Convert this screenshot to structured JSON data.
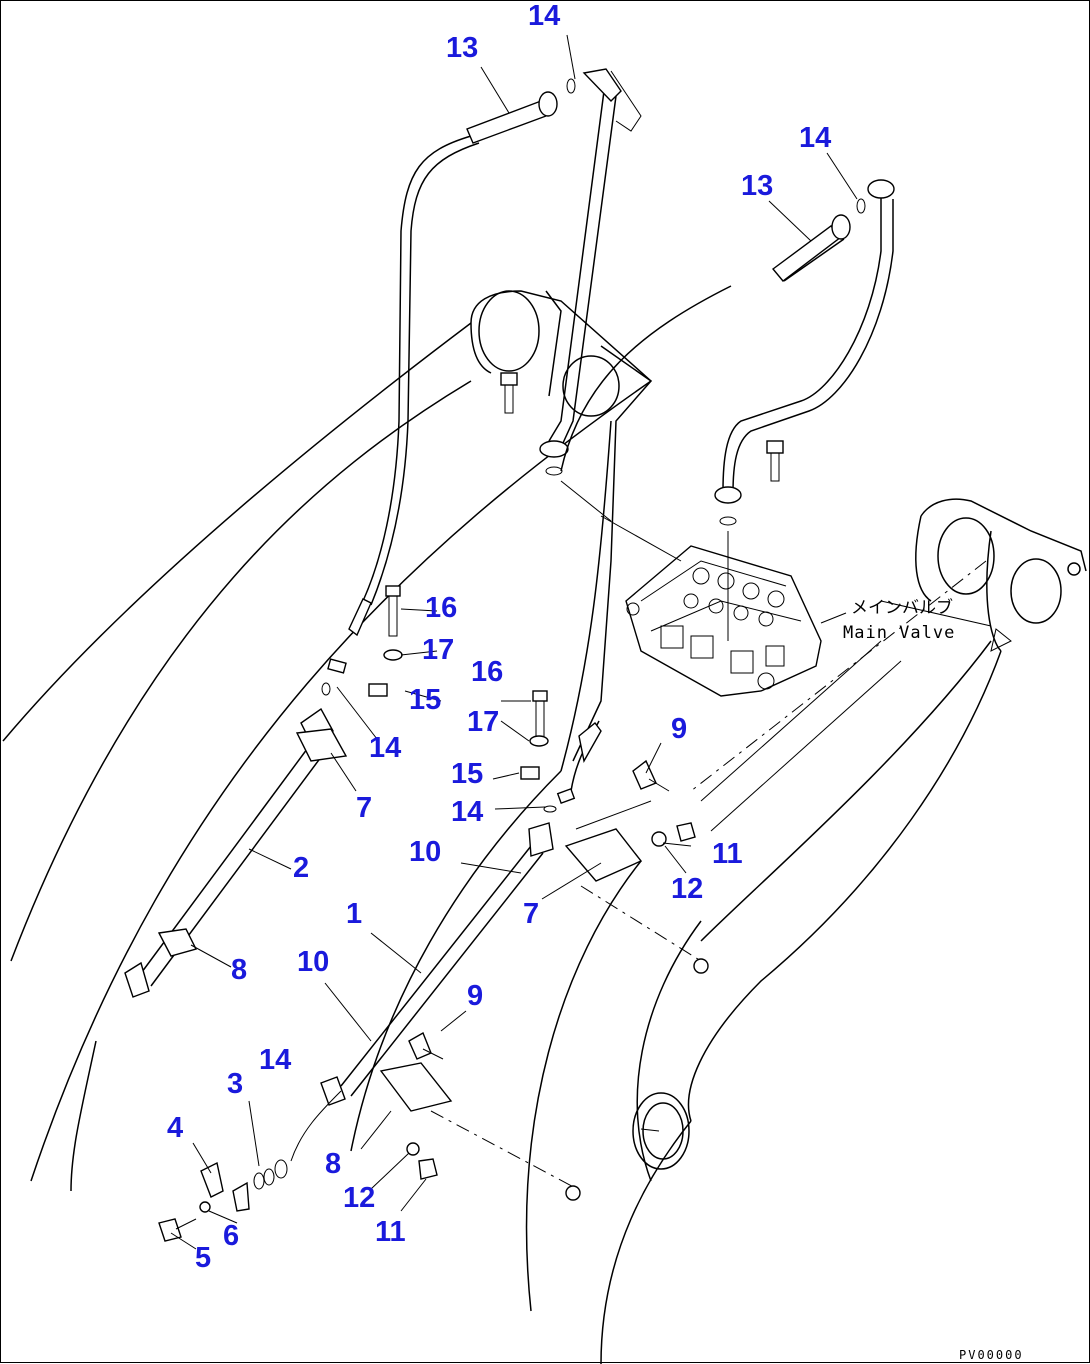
{
  "diagram": {
    "main_valve_label_jp": "メインバルブ",
    "main_valve_label_en": "Main Valve",
    "drawing_code": "PV00000",
    "callouts": [
      "14",
      "13",
      "14",
      "13",
      "16",
      "17",
      "15",
      "14",
      "16",
      "17",
      "15",
      "14",
      "9",
      "10",
      "11",
      "12",
      "7",
      "7",
      "2",
      "8",
      "1",
      "10",
      "9",
      "3",
      "14",
      "4",
      "6",
      "5",
      "8",
      "12",
      "11"
    ],
    "number_color": "#1a1adc",
    "line_color": "#000000"
  }
}
